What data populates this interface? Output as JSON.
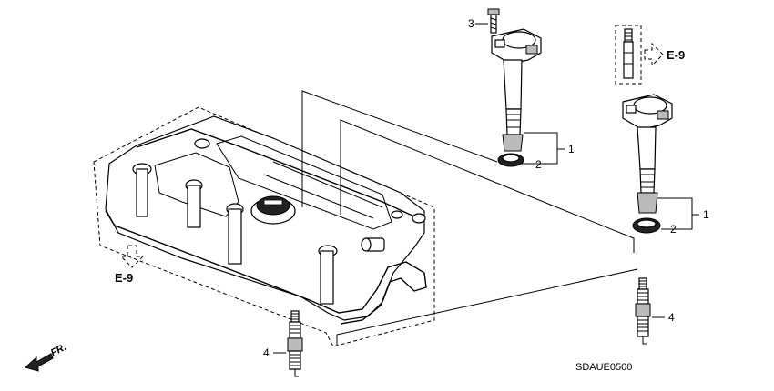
{
  "diagram": {
    "callouts": {
      "c1_upper": "1",
      "c2_upper": "2",
      "c3": "3",
      "c1_lower": "1",
      "c2_lower": "2",
      "c4_right": "4",
      "c4_left": "4"
    },
    "refs": {
      "ref_upper": "E-9",
      "ref_lower": "E-9"
    },
    "front_label": "FR.",
    "diagram_code": "SDAUE0500"
  }
}
